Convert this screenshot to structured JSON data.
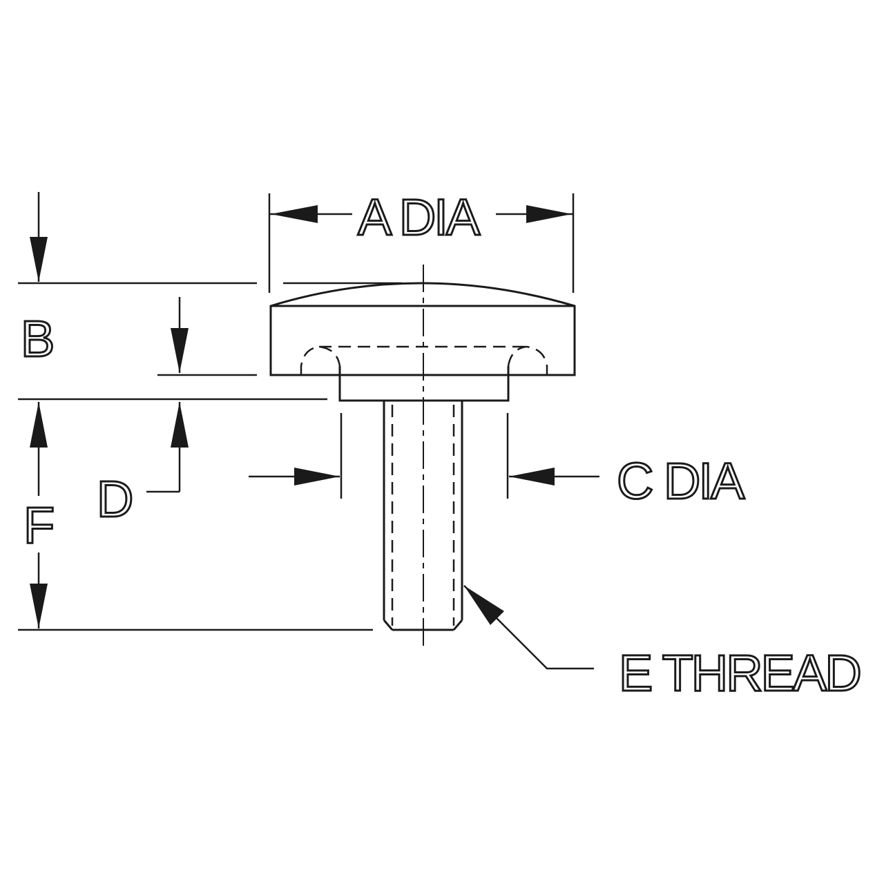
{
  "labels": {
    "a": "A DIA",
    "b": "B",
    "c": "C DIA",
    "d": "D",
    "e": "E THREAD",
    "f": "F"
  },
  "colors": {
    "line": "#1a1a1a",
    "background": "#ffffff"
  }
}
